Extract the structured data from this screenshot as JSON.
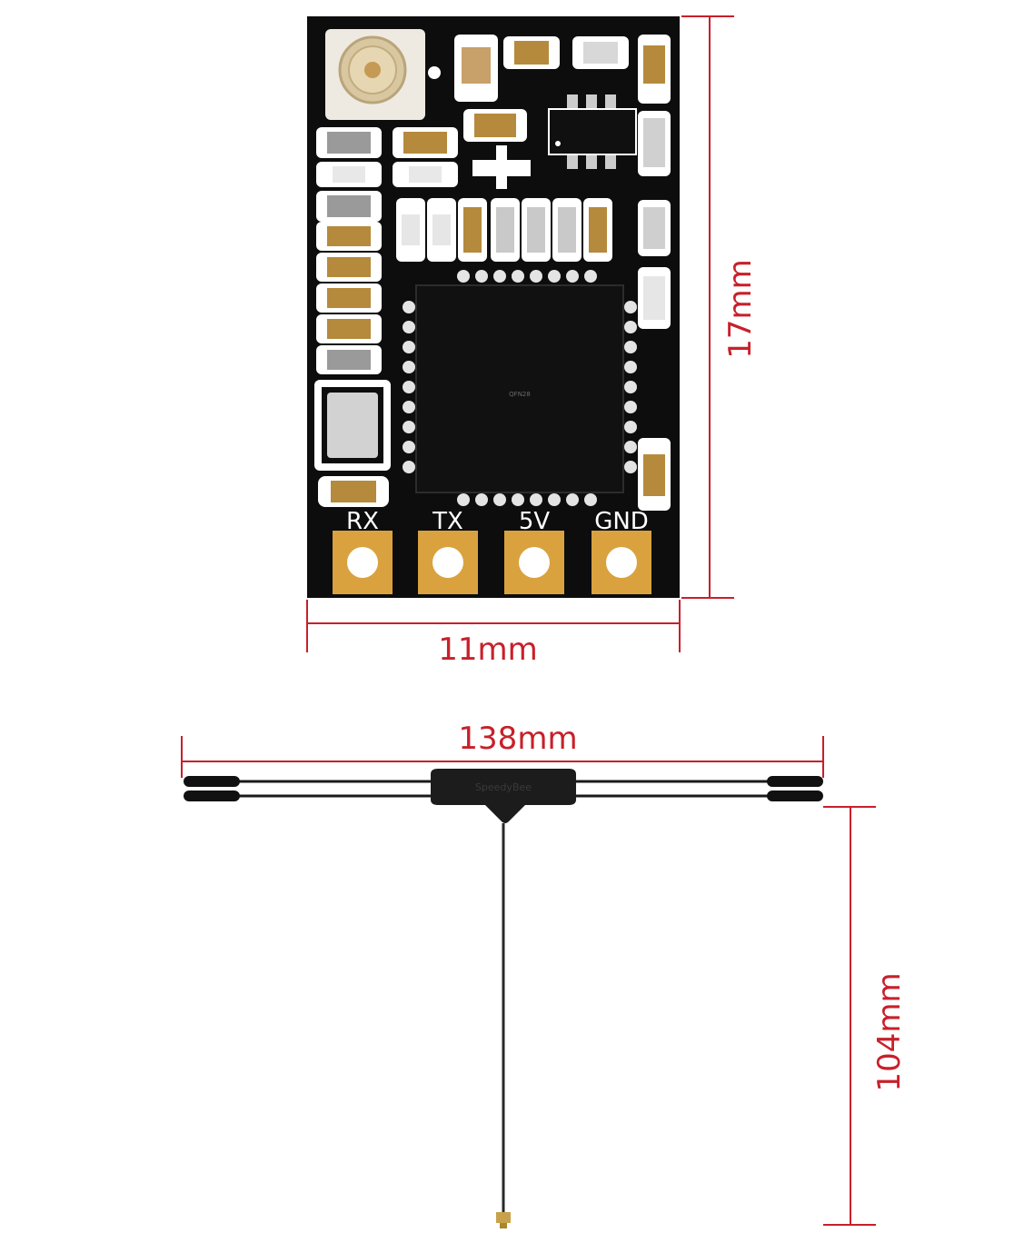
{
  "board": {
    "pins": [
      "RX",
      "TX",
      "5V",
      "GND"
    ],
    "chip_marking": "QFN28"
  },
  "dimensions": {
    "board_height": "17mm",
    "board_width": "11mm",
    "antenna_span": "138mm",
    "antenna_cable": "104mm"
  },
  "antenna": {
    "brand_marking": "SpeedyBee"
  },
  "colors": {
    "dimension_line": "#c8202a",
    "pcb": "#0d0d0d",
    "pad_gold": "#d9a23e",
    "component_tan": "#b58a3c",
    "component_grey": "#c9c9c9"
  }
}
